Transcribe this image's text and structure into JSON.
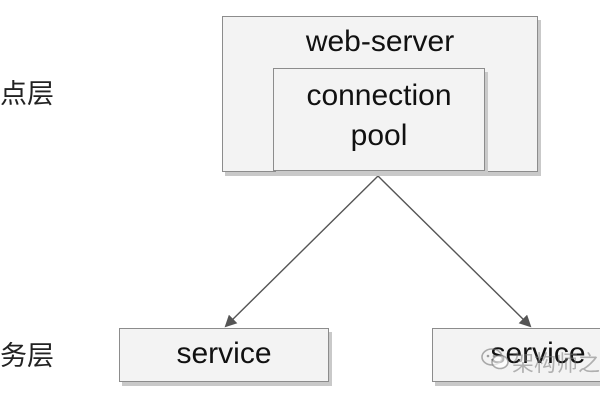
{
  "layers": {
    "top_label": "点层",
    "bottom_label": "务层"
  },
  "diagram": {
    "web_server": {
      "title": "web-server",
      "pool_line1": "connection",
      "pool_line2": "pool"
    },
    "services": [
      {
        "label": "service"
      },
      {
        "label": "service"
      }
    ]
  },
  "watermark": {
    "text": "架构师之",
    "icon": "wechat-bubble-icon"
  },
  "colors": {
    "box_fill": "#f3f3f3",
    "box_border": "#8c8c8c",
    "box_shadow": "#c9c9c9",
    "arrow": "#555555"
  }
}
